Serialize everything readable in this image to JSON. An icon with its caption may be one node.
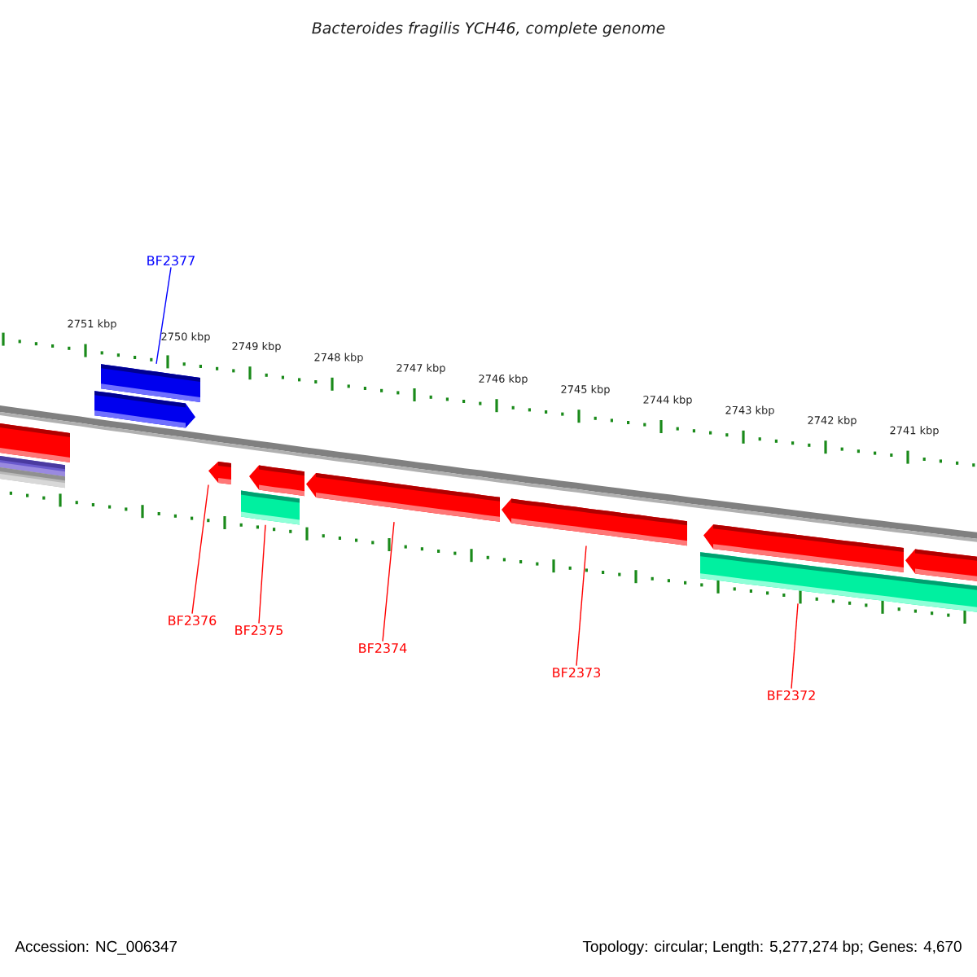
{
  "diagram": {
    "title": "Bacteroides fragilis YCH46, complete genome",
    "nodes": [
      {
        "text": [
          "BF2377"
        ]
      },
      {
        "text": [
          "BF2376"
        ]
      },
      {
        "text": [
          "BF2375"
        ]
      },
      {
        "text": [
          "BF2374"
        ]
      },
      {
        "text": [
          "BF2373"
        ]
      },
      {
        "text": [
          "BF2372"
        ]
      },
      {
        "text": [],
        "shape": "bar"
      },
      {
        "text": [],
        "shape": "bar"
      },
      {
        "text": [],
        "shape": "bar"
      },
      {
        "text": [],
        "shape": "bar"
      },
      {
        "text": [],
        "shape": "arrow"
      },
      {
        "text": [],
        "shape": "arrow"
      },
      {
        "text": [],
        "shape": "arrow"
      },
      {
        "text": [],
        "shape": "bar"
      },
      {
        "text": [],
        "shape": "arrow"
      },
      {
        "text": [],
        "shape": "arrow"
      },
      {
        "text": [],
        "shape": "arrow"
      },
      {
        "text": [],
        "shape": "bar"
      },
      {
        "text": [],
        "shape": "arrow"
      },
      {
        "text": [],
        "shape": "bar"
      }
    ],
    "edges": [
      {
        "from": 0,
        "to": 9,
        "arrow": "none",
        "color": "#0000ff"
      },
      {
        "from": 1,
        "to": 11,
        "arrow": "none"
      },
      {
        "from": 2,
        "to": 13,
        "arrow": "none"
      },
      {
        "from": 3,
        "to": 14,
        "arrow": "none"
      },
      {
        "from": 4,
        "to": 15,
        "arrow": "none"
      },
      {
        "from": 5,
        "to": 17,
        "arrow": "none"
      }
    ],
    "labels": [
      "2751 kbp",
      "2750 kbp",
      "2749 kbp",
      "2748 kbp",
      "2747 kbp",
      "2746 kbp",
      "2745 kbp",
      "2744 kbp",
      "2743 kbp",
      "2742 kbp",
      "2741 kbp",
      "Accession: NC_006347",
      "Topology: circular; Length: 5,277,274 bp; Genes: 4,670"
    ]
  }
}
